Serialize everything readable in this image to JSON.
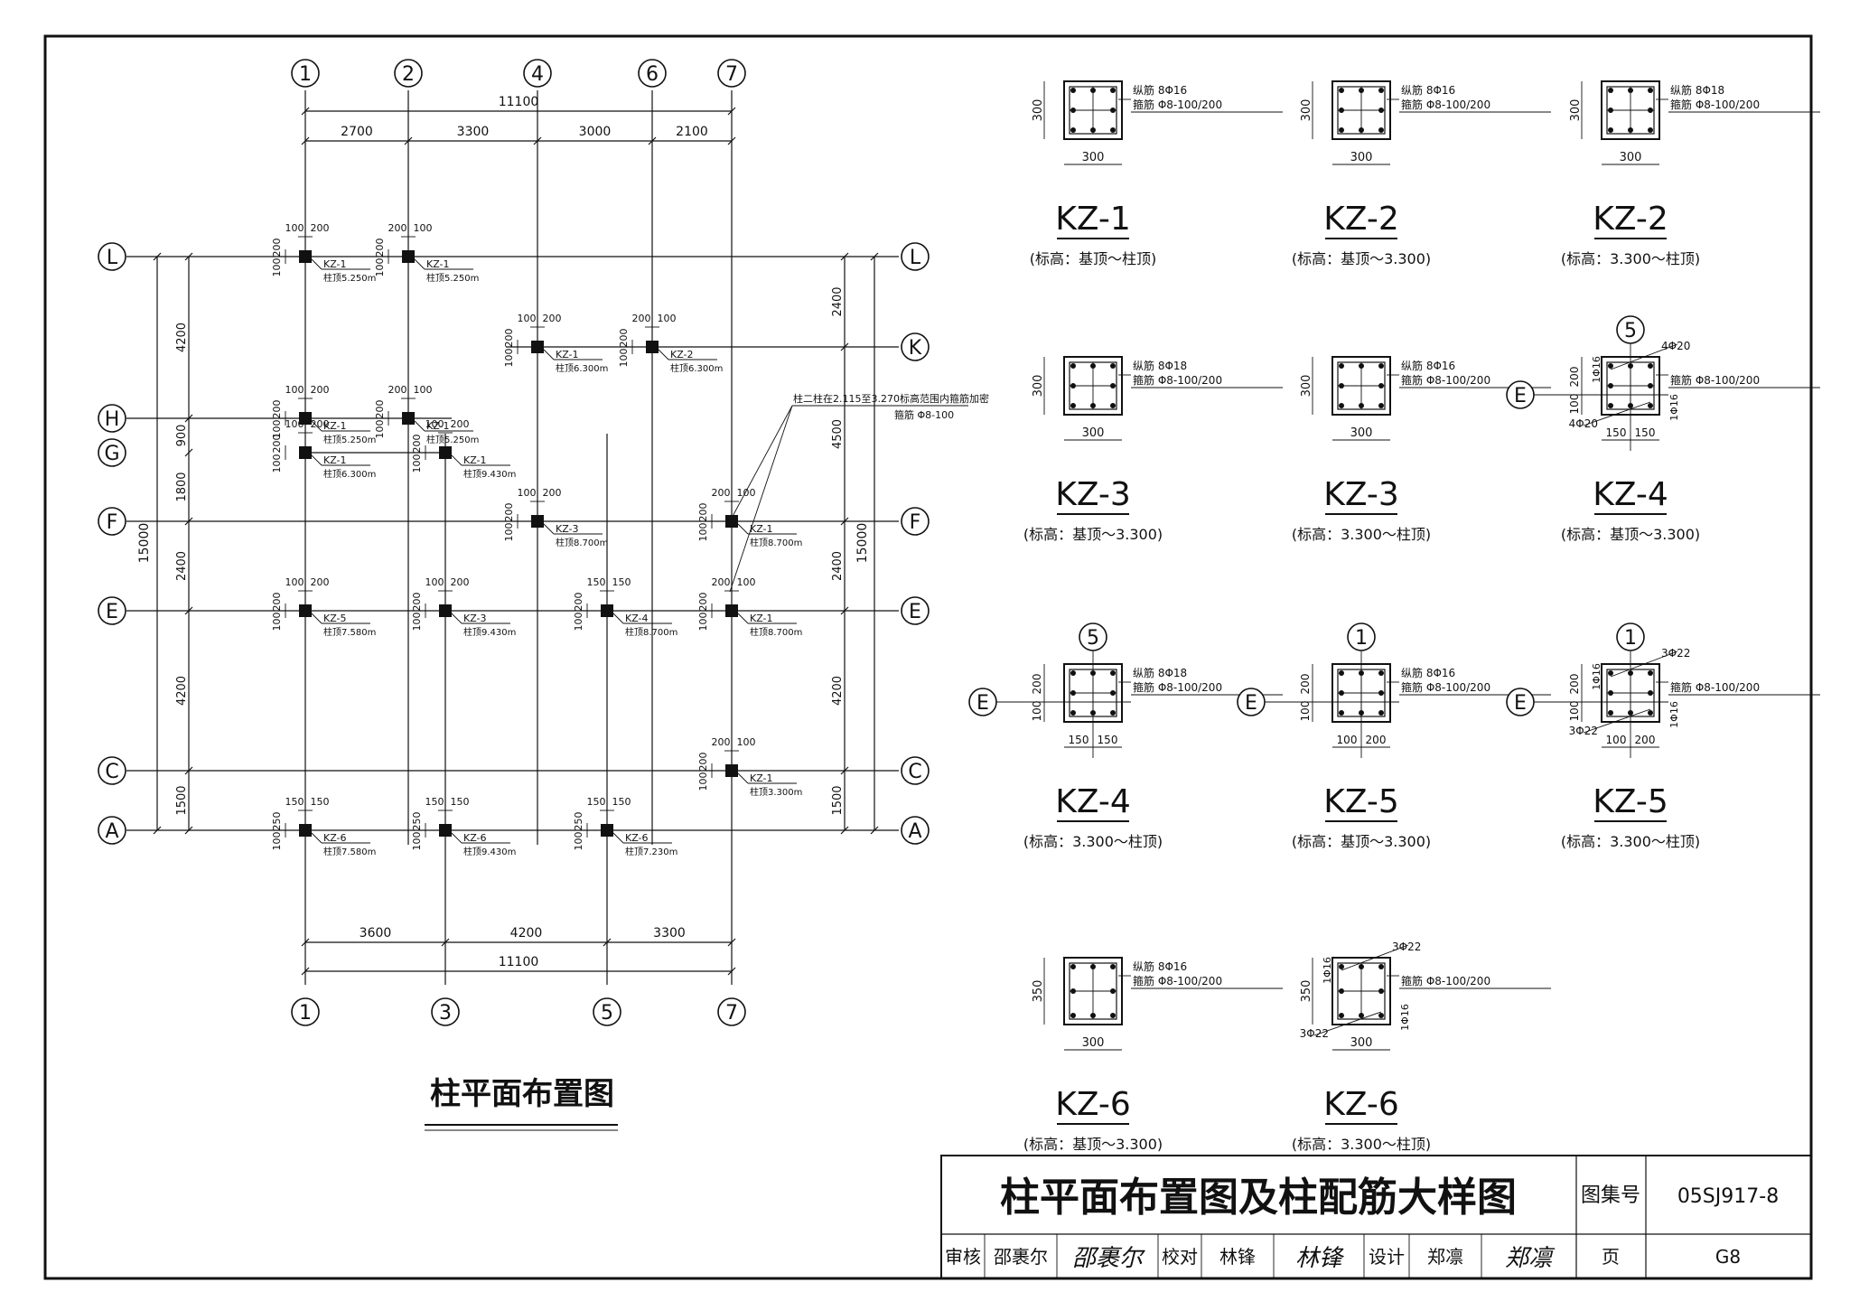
{
  "plan": {
    "title": "柱平面布置图",
    "top_axes": [
      "1",
      "2",
      "4",
      "6",
      "7"
    ],
    "bottom_axes": [
      "1",
      "3",
      "5",
      "7"
    ],
    "left_axes": [
      "L",
      "H",
      "G",
      "F",
      "E",
      "C",
      "A"
    ],
    "right_axes": [
      "L",
      "K",
      "F",
      "E",
      "C",
      "A"
    ],
    "top_total": "11100",
    "top_dims": [
      "2700",
      "3300",
      "3000",
      "2100"
    ],
    "bottom_dims": [
      "3600",
      "4200",
      "3300"
    ],
    "bottom_total": "11100",
    "left_total": "15000",
    "left_dims": [
      "4200",
      "900",
      "1800",
      "2400",
      "4200",
      "1500"
    ],
    "right_total": "15000",
    "right_dims": [
      "2400",
      "4500",
      "2400",
      "4200",
      "1500"
    ],
    "note_line1": "柱二柱在2.115至3.270标高范围内箍筋加密",
    "note_line2": "箍筋 Φ8-100",
    "columns": [
      {
        "id": "c1",
        "tag": "KZ-1",
        "top": "柱顶5.250m",
        "d1": "100",
        "d2": "200",
        "d3": "200",
        "d4": "100"
      },
      {
        "id": "c2",
        "tag": "KZ-1",
        "top": "柱顶5.250m",
        "d1": "200",
        "d2": "100",
        "d3": "200",
        "d4": "100"
      },
      {
        "id": "c3",
        "tag": "KZ-1",
        "top": "柱顶6.300m",
        "d1": "100",
        "d2": "200",
        "d3": "200",
        "d4": "100"
      },
      {
        "id": "c4",
        "tag": "KZ-2",
        "top": "柱顶6.300m",
        "d1": "200",
        "d2": "100",
        "d3": "200",
        "d4": "100"
      },
      {
        "id": "c5",
        "tag": "KZ-1",
        "top": "柱顶5.250m",
        "d1": "100",
        "d2": "200",
        "d3": "200",
        "d4": "100"
      },
      {
        "id": "c6",
        "tag": "KZ-1",
        "top": "柱顶5.250m",
        "d1": "200",
        "d2": "100",
        "d3": "200",
        "d4": "100"
      },
      {
        "id": "c7",
        "tag": "KZ-1",
        "top": "柱顶6.300m",
        "d1": "100",
        "d2": "200",
        "d3": "200",
        "d4": "100"
      },
      {
        "id": "c8",
        "tag": "KZ-1",
        "top": "柱顶9.430m",
        "d1": "100",
        "d2": "200",
        "d3": "200",
        "d4": "100"
      },
      {
        "id": "c9",
        "tag": "KZ-3",
        "top": "柱顶8.700m",
        "d1": "100",
        "d2": "200",
        "d3": "200",
        "d4": "100"
      },
      {
        "id": "c10",
        "tag": "KZ-1",
        "top": "柱顶8.700m",
        "d1": "200",
        "d2": "100",
        "d3": "200",
        "d4": "100"
      },
      {
        "id": "c11",
        "tag": "KZ-5",
        "top": "柱顶7.580m",
        "d1": "100",
        "d2": "200",
        "d3": "200",
        "d4": "100"
      },
      {
        "id": "c12",
        "tag": "KZ-3",
        "top": "柱顶9.430m",
        "d1": "100",
        "d2": "200",
        "d3": "200",
        "d4": "100"
      },
      {
        "id": "c13",
        "tag": "KZ-4",
        "top": "柱顶8.700m",
        "d1": "150",
        "d2": "150",
        "d3": "200",
        "d4": "100"
      },
      {
        "id": "c14",
        "tag": "KZ-1",
        "top": "柱顶8.700m",
        "d1": "200",
        "d2": "100",
        "d3": "200",
        "d4": "100"
      },
      {
        "id": "c15",
        "tag": "KZ-1",
        "top": "柱顶3.300m",
        "d1": "200",
        "d2": "100",
        "d3": "200",
        "d4": "100"
      },
      {
        "id": "c16",
        "tag": "KZ-6",
        "top": "柱顶7.580m",
        "d1": "150",
        "d2": "150",
        "d3": "250",
        "d4": "100"
      },
      {
        "id": "c17",
        "tag": "KZ-6",
        "top": "柱顶9.430m",
        "d1": "150",
        "d2": "150",
        "d3": "250",
        "d4": "100"
      },
      {
        "id": "c18",
        "tag": "KZ-6",
        "top": "柱顶7.230m",
        "d1": "150",
        "d2": "150",
        "d3": "250",
        "d4": "100"
      }
    ]
  },
  "details": [
    {
      "id": "d1",
      "name": "KZ-1",
      "elev": "(标高：基顶～柱顶)",
      "long": "纵筋 8Φ16",
      "stir": "箍筋 Φ8-100/200",
      "w": "300",
      "h": "300"
    },
    {
      "id": "d2",
      "name": "KZ-2",
      "elev": "(标高：基顶～3.300)",
      "long": "纵筋 8Φ16",
      "stir": "箍筋 Φ8-100/200",
      "w": "300",
      "h": "300"
    },
    {
      "id": "d3",
      "name": "KZ-2",
      "elev": "(标高：3.300～柱顶)",
      "long": "纵筋 8Φ18",
      "stir": "箍筋 Φ8-100/200",
      "w": "300",
      "h": "300"
    },
    {
      "id": "d4",
      "name": "KZ-3",
      "elev": "(标高：基顶～3.300)",
      "long": "纵筋 8Φ18",
      "stir": "箍筋 Φ8-100/200",
      "w": "300",
      "h": "300"
    },
    {
      "id": "d5",
      "name": "KZ-3",
      "elev": "(标高：3.300～柱顶)",
      "long": "纵筋 8Φ16",
      "stir": "箍筋 Φ8-100/200",
      "w": "300",
      "h": "300"
    },
    {
      "id": "d6",
      "name": "KZ-4",
      "elev": "(标高：基顶～3.300)",
      "long": "",
      "stir": "箍筋 Φ8-100/200",
      "w1": "150",
      "w2": "150",
      "h1": "200",
      "h2": "100",
      "axis_v": "5",
      "axis_h": "E",
      "bar_top": "4Φ20",
      "bar_bottom": "4Φ20",
      "bar_left": "1Φ16",
      "bar_right": "1Φ16"
    },
    {
      "id": "d7",
      "name": "KZ-4",
      "elev": "(标高：3.300～柱顶)",
      "long": "纵筋 8Φ18",
      "stir": "箍筋 Φ8-100/200",
      "w1": "150",
      "w2": "150",
      "h1": "200",
      "h2": "100",
      "axis_v": "5",
      "axis_h": "E"
    },
    {
      "id": "d8",
      "name": "KZ-5",
      "elev": "(标高：基顶～3.300)",
      "long": "纵筋 8Φ16",
      "stir": "箍筋 Φ8-100/200",
      "w1": "100",
      "w2": "200",
      "h1": "200",
      "h2": "100",
      "axis_v": "1",
      "axis_h": "E"
    },
    {
      "id": "d9",
      "name": "KZ-5",
      "elev": "(标高：3.300～柱顶)",
      "long": "",
      "stir": "箍筋 Φ8-100/200",
      "w1": "100",
      "w2": "200",
      "h1": "200",
      "h2": "100",
      "axis_v": "1",
      "axis_h": "E",
      "bar_top": "3Φ22",
      "bar_bottom": "3Φ22",
      "bar_left": "1Φ16",
      "bar_right": "1Φ16"
    },
    {
      "id": "d10",
      "name": "KZ-6",
      "elev": "(标高：基顶～3.300)",
      "long": "纵筋 8Φ16",
      "stir": "箍筋 Φ8-100/200",
      "w": "300",
      "h": "350"
    },
    {
      "id": "d11",
      "name": "KZ-6",
      "elev": "(标高：3.300～柱顶)",
      "long": "",
      "stir": "箍筋 Φ8-100/200",
      "w": "300",
      "h": "350",
      "bar_top": "3Φ22",
      "bar_bottom": "3Φ22",
      "bar_left": "1Φ16",
      "bar_right": "1Φ16"
    }
  ],
  "title_block": {
    "drawing_title": "柱平面布置图及柱配筋大样图",
    "atlas_label": "图集号",
    "atlas_no": "05SJ917-8",
    "review_label": "审核",
    "review_name": "邵裹尔",
    "review_sign": "邵裹尔",
    "check_label": "校对",
    "check_name": "林锋",
    "check_sign": "林锋",
    "design_label": "设计",
    "design_name": "郑凛",
    "design_sign": "郑凛",
    "page_label": "页",
    "page_no": "G8"
  }
}
